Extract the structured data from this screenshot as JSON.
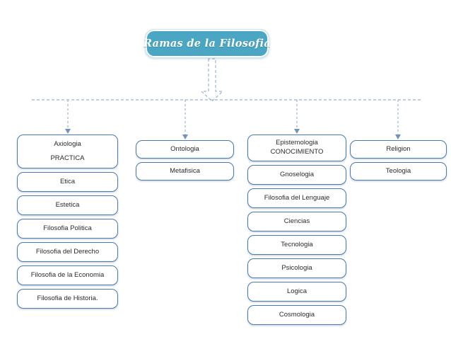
{
  "diagram": {
    "title": "Ramas de la Filosofia",
    "background_color": "#ffffff",
    "root_fill_color": "#4ba6c4",
    "root_text_color": "#ffffff",
    "node_border_color": "#4a7ab2",
    "node_fill_color": "#ffffff",
    "connector_color": "#7f9dc0",
    "connector_style": "dashed"
  },
  "branches": [
    {
      "name": "branch-practica",
      "head": {
        "line1": "Axiologia",
        "line2": "PRACTICA"
      },
      "items": [
        {
          "label": "Etica"
        },
        {
          "label": "Estetica"
        },
        {
          "label": "Filosofia Politica"
        },
        {
          "label": "Filosofia del Derecho"
        },
        {
          "label": "Filosofia de la Economia"
        },
        {
          "label": "Filosofia de Historia."
        }
      ]
    },
    {
      "name": "branch-ontologia",
      "head": {
        "line1": "Ontologia",
        "line2": ""
      },
      "items": [
        {
          "label": "Metafisica"
        }
      ]
    },
    {
      "name": "branch-conocimiento",
      "head": {
        "line1": "Epistemologia",
        "line2": "CONOCIMIENTO"
      },
      "items": [
        {
          "label": "Gnoselogia"
        },
        {
          "label": "Filosofia del Lenguaje"
        },
        {
          "label": "Ciencias"
        },
        {
          "label": "Tecnologia"
        },
        {
          "label": "Psicologia"
        },
        {
          "label": "Logica"
        },
        {
          "label": "Cosmologia"
        }
      ]
    },
    {
      "name": "branch-religion",
      "head": {
        "line1": "Religion",
        "line2": ""
      },
      "items": [
        {
          "label": "Teologia"
        }
      ]
    }
  ]
}
